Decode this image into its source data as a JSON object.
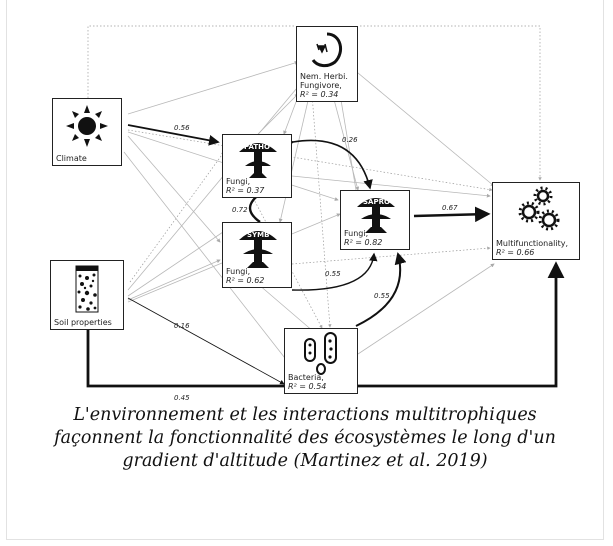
{
  "diagram": {
    "nodes": {
      "nematodes": {
        "line1": "Nem. Herbi.",
        "line2": "Fungivore,",
        "r2": "R² = 0.34"
      },
      "climate": {
        "line1": "Climate"
      },
      "patho": {
        "badge": "PATHO",
        "line1": "Fungi,",
        "r2": "R² = 0.37"
      },
      "symb": {
        "badge": "SYMB",
        "line1": "Fungi,",
        "r2": "R² = 0.62"
      },
      "sapro": {
        "badge": "SAPRO",
        "line1": "Fungi,",
        "r2": "R² = 0.82"
      },
      "multi": {
        "line1": "Multifunctionality,",
        "r2": "R² = 0.66"
      },
      "soil": {
        "line1": "Soil properties"
      },
      "bacteria": {
        "line1": "Bacteria,",
        "r2": "R² = 0.54"
      }
    },
    "coefficients": {
      "climate_patho": "0.56",
      "patho_sapro": "0.26",
      "patho_symb": "0.72",
      "sapro_multi": "0.67",
      "symb_sapro": "0.55",
      "bacteria_sapro": "0.55",
      "soil_bacteria": "0.16",
      "soil_multi": "0.45"
    },
    "colors": {
      "strong_arrow": "#111111",
      "weak_arrow": "#b8b8b8",
      "dotted_arrow": "#9a9a9a"
    }
  },
  "caption": {
    "line1": "L'environnement et les interactions multitrophiques",
    "line2": "façonnent la fonctionnalité des écosystèmes le long d'un",
    "line3": "gradient d'altitude (Martinez et al. 2019)"
  }
}
